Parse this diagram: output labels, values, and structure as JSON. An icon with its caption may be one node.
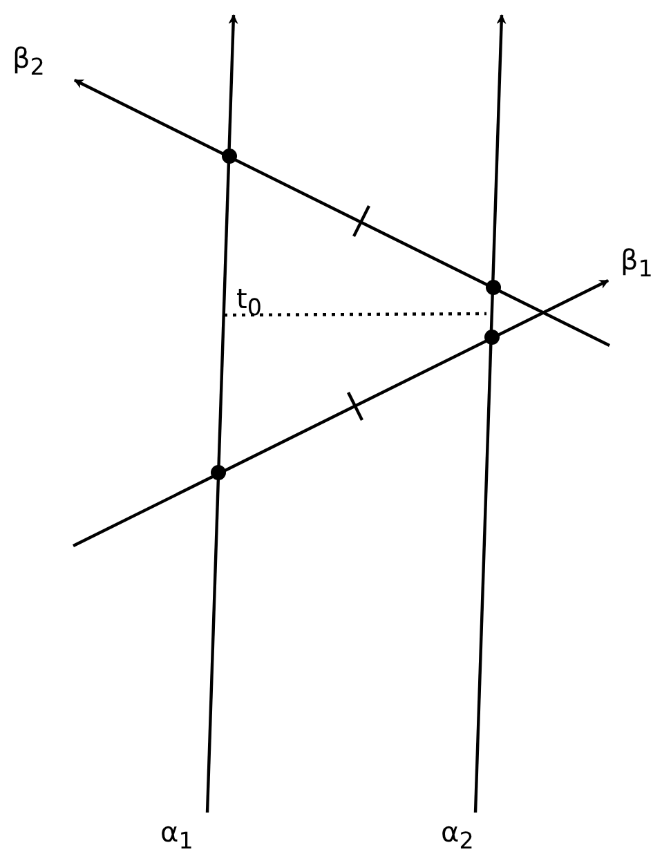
{
  "diagram": {
    "labels": [
      "β$_{2}$",
      "β$_{1}$",
      "t$_{0}$",
      "α$_{1}$",
      "α$_{2}$"
    ]
  }
}
